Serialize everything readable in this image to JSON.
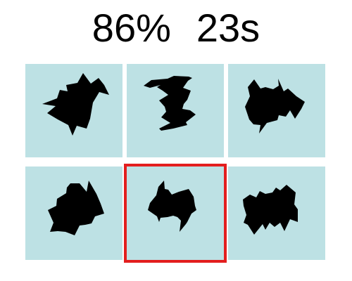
{
  "hud": {
    "score": "86%",
    "timer": "23s"
  },
  "tiles": [
    {
      "id": "tile-1",
      "selected": false
    },
    {
      "id": "tile-2",
      "selected": false
    },
    {
      "id": "tile-3",
      "selected": false
    },
    {
      "id": "tile-4",
      "selected": false
    },
    {
      "id": "tile-5",
      "selected": true
    },
    {
      "id": "tile-6",
      "selected": false
    }
  ],
  "colors": {
    "tile_background": "#bde1e4",
    "shape_fill": "#000000",
    "selection_border": "#e31e1e",
    "page_background": "#ffffff"
  }
}
